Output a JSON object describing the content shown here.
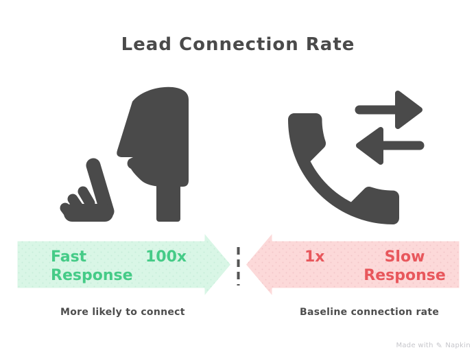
{
  "title": "Lead Connection Rate",
  "fast": {
    "label": "Fast Response",
    "multiplier": "100x",
    "caption": "More likely to connect"
  },
  "slow": {
    "label": "Slow Response",
    "multiplier": "1x",
    "caption": "Baseline connection rate"
  },
  "watermark": {
    "prefix": "Made with",
    "pen_glyph": "✎",
    "brand": "Napkin"
  },
  "icons": {
    "left": "person-raising-finger-icon",
    "right": "phone-exchange-icon",
    "watermark": "napkin-pen-icon"
  },
  "colors": {
    "background": "#ffffff",
    "icon_gray": "#4a4a4a",
    "title_text": "#4a4a4a",
    "caption_text": "#4d4d4d",
    "fast_fill": "#d9f6e6",
    "fast_dots": "#c6eed9",
    "fast_text": "#45cb87",
    "slow_fill": "#fcd9d9",
    "slow_dots": "#f3c6c8",
    "slow_text": "#e8575c",
    "banner_outline": "#ffffff",
    "divider": "#555555",
    "watermark_text": "#c6c6cb"
  }
}
